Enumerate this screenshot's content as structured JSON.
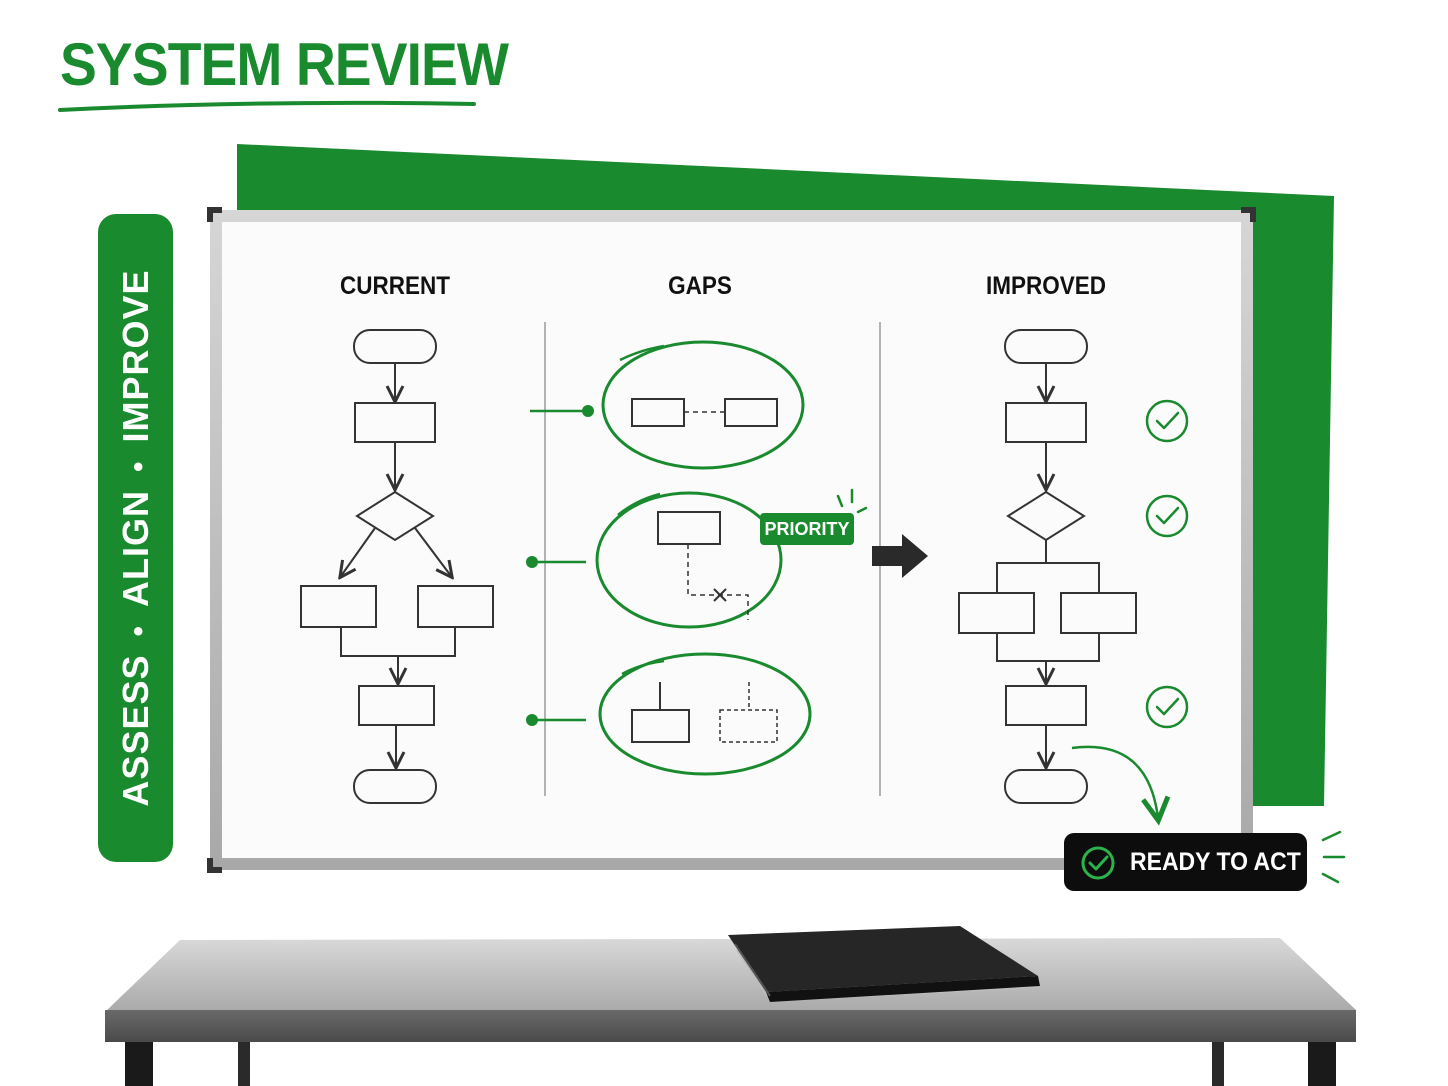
{
  "header": {
    "title": "SYSTEM REVIEW"
  },
  "sidebar": {
    "words": [
      "ASSESS",
      "ALIGN",
      "IMPROVE"
    ],
    "separator": "•"
  },
  "whiteboard": {
    "columns": [
      {
        "heading": "CURRENT"
      },
      {
        "heading": "GAPS"
      },
      {
        "heading": "IMPROVED"
      }
    ],
    "priority_label": "PRIORITY"
  },
  "badge": {
    "label": "READY TO ACT",
    "icon": "check-circle-icon"
  },
  "colors": {
    "brand_green": "#1a8a2e",
    "badge_bg": "#0d0d0d",
    "ink": "#333333"
  }
}
